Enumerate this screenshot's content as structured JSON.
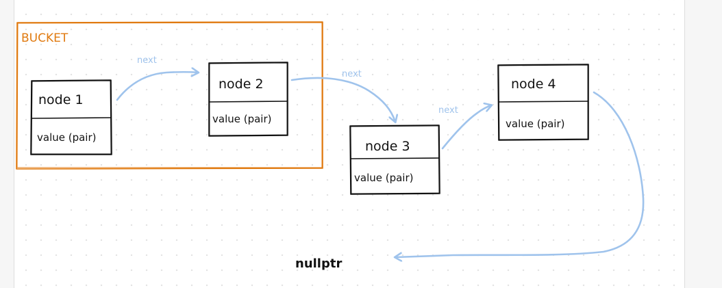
{
  "bucket": {
    "label": "BUCKET",
    "color": "#e07a10"
  },
  "nodes": [
    {
      "title": "node 1",
      "value": "value (pair)"
    },
    {
      "title": "node 2",
      "value": "value (pair)"
    },
    {
      "title": "node 3",
      "value": "value (pair)"
    },
    {
      "title": "node 4",
      "value": "value (pair)"
    }
  ],
  "edges": [
    {
      "label": "next"
    },
    {
      "label": "next"
    },
    {
      "label": "next"
    }
  ],
  "terminal": {
    "label": "nullptr"
  },
  "colors": {
    "arrow": "#9fc3ec",
    "node_border": "#111111",
    "bucket_border": "#e07a10"
  }
}
